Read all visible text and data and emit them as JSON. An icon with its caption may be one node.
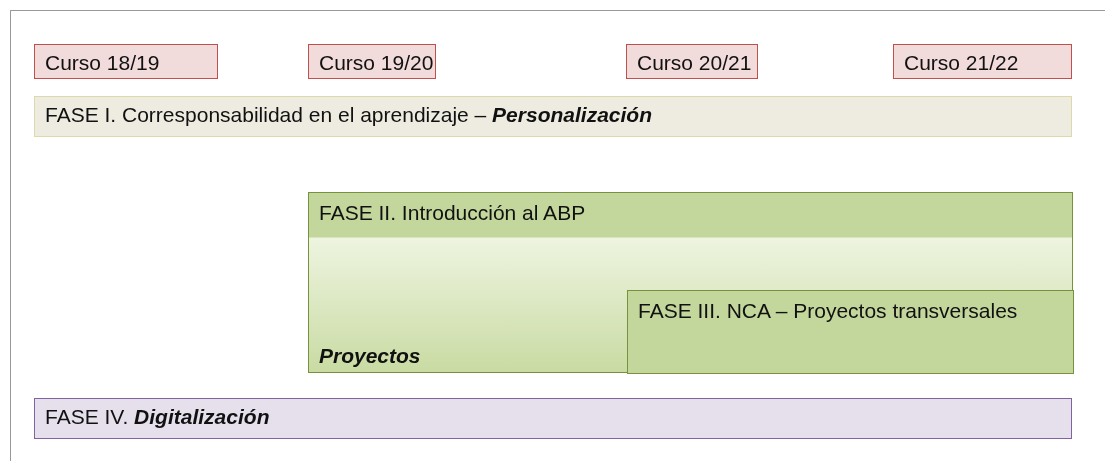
{
  "diagram": {
    "nodes": [
      {
        "text": [
          "Curso 18/19"
        ]
      },
      {
        "text": [
          "Curso 19/20"
        ]
      },
      {
        "text": [
          "Curso 20/21"
        ]
      },
      {
        "text": [
          "Curso 21/22"
        ]
      },
      {
        "text": [
          "FASE I. Corresponsabilidad en el aprendizaje – **Personalización**"
        ]
      },
      {
        "text": [
          "FASE II. Introducción al ABP",
          "Proyectos"
        ]
      },
      {
        "text": [
          "FASE III. NCA – Proyectos transversales"
        ],
        "in": 5
      },
      {
        "text": [
          "FASE IV. **Digitalización**"
        ]
      }
    ]
  }
}
